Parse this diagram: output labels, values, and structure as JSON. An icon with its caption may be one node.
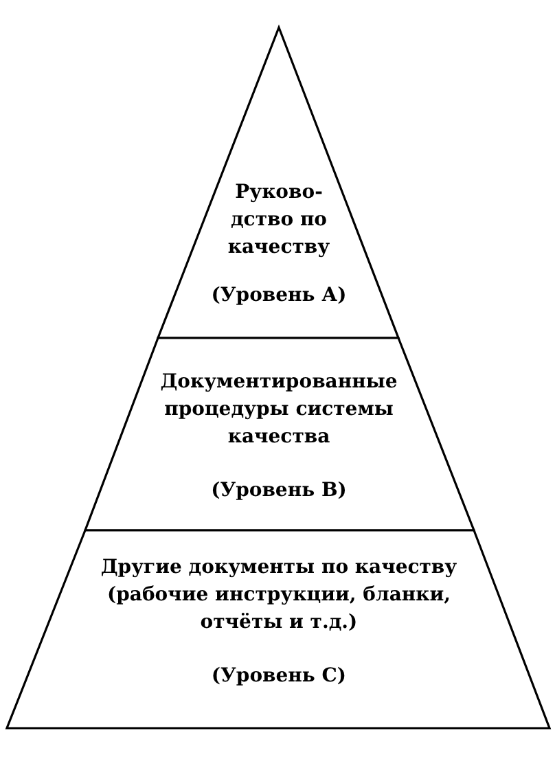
{
  "diagram": {
    "nodes": [
      {
        "text": [
          "Руково- дство по качеству",
          "(Уровень А)"
        ]
      },
      {
        "text": [
          "Документированные процедуры системы качества",
          "(Уровень В)"
        ]
      },
      {
        "text": [
          "Другие документы по качеству (рабочие инструкции, бланки, отчёты и т.д.)",
          "(Уровень С)"
        ]
      }
    ]
  }
}
